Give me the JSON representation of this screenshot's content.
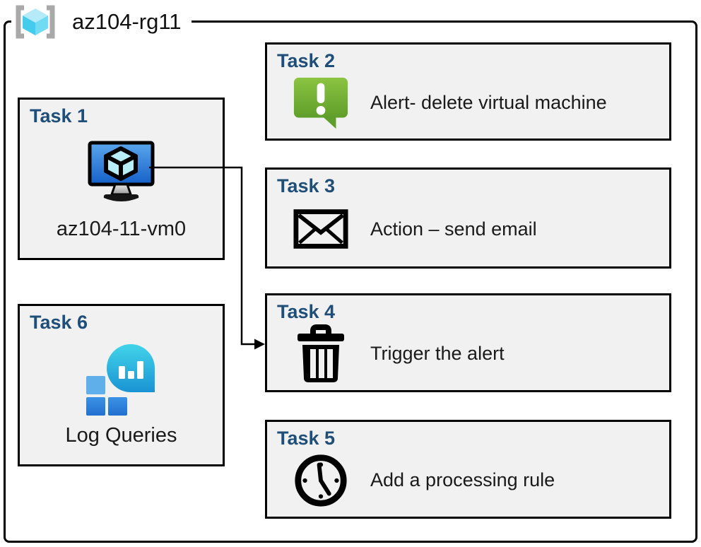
{
  "resource_group": {
    "name": "az104-rg11",
    "icon": "resource-group-icon"
  },
  "tasks": [
    {
      "id": "task-1",
      "label": "Task 1",
      "icon": "virtual-machine-icon",
      "text": "az104-11-vm0"
    },
    {
      "id": "task-2",
      "label": "Task 2",
      "icon": "alert-icon",
      "text": "Alert- delete virtual machine"
    },
    {
      "id": "task-3",
      "label": "Task 3",
      "icon": "email-icon",
      "text": "Action – send email"
    },
    {
      "id": "task-4",
      "label": "Task 4",
      "icon": "trash-icon",
      "text": "Trigger the alert"
    },
    {
      "id": "task-5",
      "label": "Task 5",
      "icon": "clock-icon",
      "text": "Add a processing rule"
    },
    {
      "id": "task-6",
      "label": "Task 6",
      "icon": "log-analytics-icon",
      "text": "Log Queries"
    }
  ],
  "connector": {
    "from": "task-1",
    "to": "task-4"
  },
  "colors": {
    "task_label_blue": "#1F4E79",
    "box_background": "#F1F1F1",
    "box_border": "#000000",
    "alert_green": "#6FB334",
    "vm_screen_blue": "#2E7FD6",
    "cube_cyan": "#B8EEF8",
    "log_bubble_teal": "#2BB3DC",
    "log_square_blue": "#2E82DC",
    "rg_bracket_gray": "#A9A9A9"
  }
}
